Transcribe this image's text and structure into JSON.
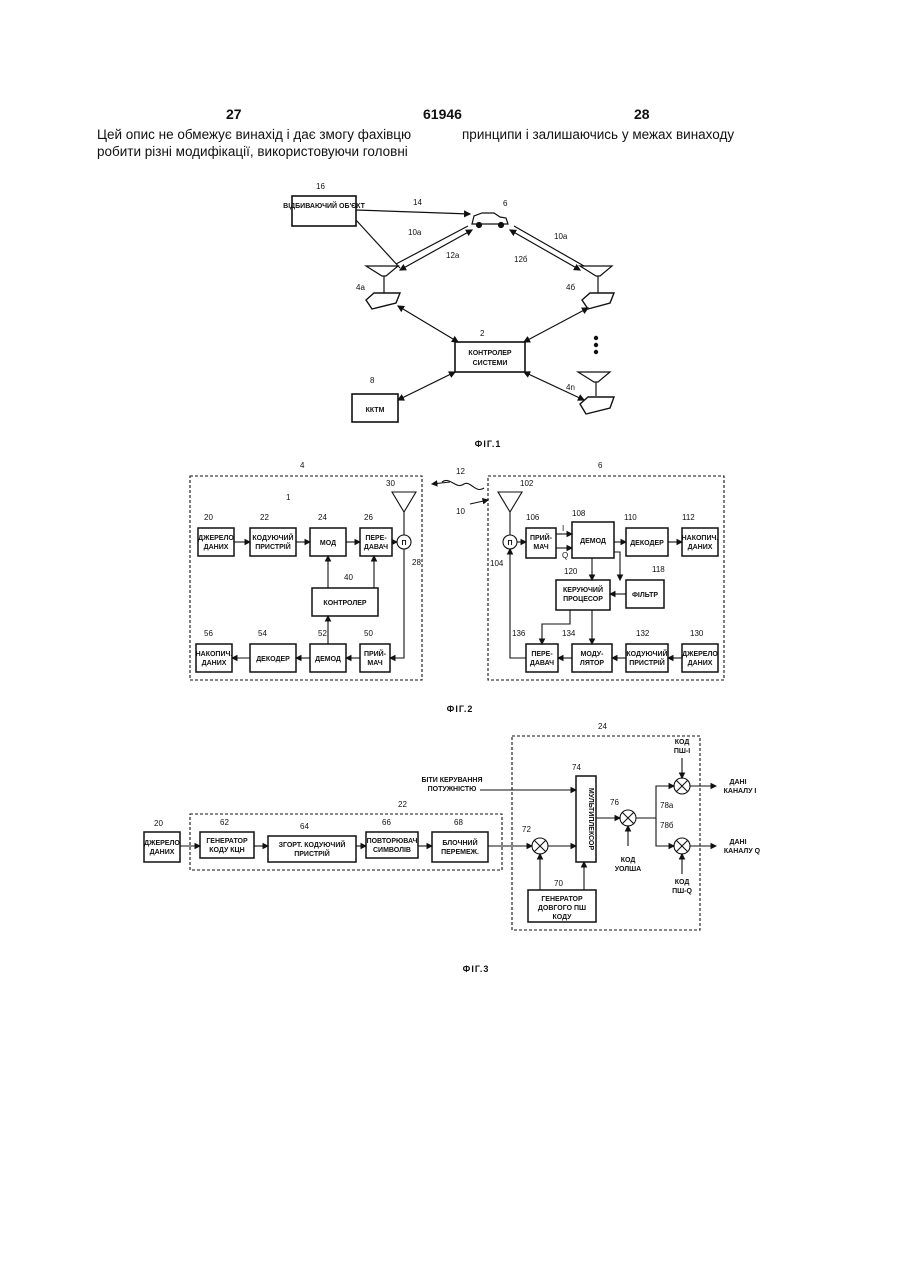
{
  "header": {
    "page_left": "27",
    "patent_no": "61946",
    "page_right": "28"
  },
  "body_text": {
    "col1_line1": "Цей опис не обмежує винахід і дає змогу фахівцю",
    "col1_line2": "робити різні модифікації, використовуючи головні",
    "col2_line1": "принципи і залишаючись у межах винаходу"
  },
  "fig1": {
    "caption": "ФІГ.1",
    "blocks": {
      "reflector": "ВІДБИВАЮЧИЙ ОБ'ЄКТ",
      "controller_l1": "КОНТРОЛЕР",
      "controller_l2": "СИСТЕМИ",
      "kktm": "ККТМ"
    },
    "refs": {
      "r16": "16",
      "r14": "14",
      "r6": "6",
      "r10a_l": "10a",
      "r12a": "12a",
      "r12b": "12б",
      "r10a_r": "10a",
      "r4a": "4a",
      "r4b": "4б",
      "r2": "2",
      "r8": "8",
      "r4n": "4n"
    }
  },
  "fig2": {
    "caption": "ФІГ.2",
    "blocks": {
      "src_l1": "ДЖЕРЕЛО",
      "src_l2": "ДАНИХ",
      "coder_l1": "КОДУЮЧИЙ",
      "coder_l2": "ПРИСТРІЙ",
      "mod": "МОД",
      "tx_l1": "ПЕРЕ-",
      "tx_l2": "ДАВАЧ",
      "duplex": "П",
      "controller": "КОНТРОЛЕР",
      "store_l1": "НАКОПИЧ.",
      "store_l2": "ДАНИХ",
      "decoder": "ДЕКОДЕР",
      "demod": "ДЕМОД",
      "rx_l1": "ПРИЙ-",
      "rx_l2": "МАЧ",
      "r_duplex": "П",
      "r_rx_l1": "ПРИЙ-",
      "r_rx_l2": "МАЧ",
      "r_demod": "ДЕМОД",
      "r_decoder": "ДЕКОДЕР",
      "r_store_l1": "НАКОПИЧ.",
      "r_store_l2": "ДАНИХ",
      "filter": "ФІЛЬТР",
      "proc_l1": "КЕРУЮЧИЙ",
      "proc_l2": "ПРОЦЕСОР",
      "r_tx_l1": "ПЕРЕ-",
      "r_tx_l2": "ДАВАЧ",
      "modulator_l1": "МОДУ-",
      "modulator_l2": "ЛЯТОР",
      "r_coder_l1": "КОДУЮЧИЙ",
      "r_coder_l2": "ПРИСТРІЙ",
      "r_src_l1": "ДЖЕРЕЛО",
      "r_src_l2": "ДАНИХ"
    },
    "refs": {
      "r4": "4",
      "r6": "6",
      "r12": "12",
      "r10": "10",
      "r1": "1",
      "r30": "30",
      "r102": "102",
      "r20": "20",
      "r22": "22",
      "r24": "24",
      "r26": "26",
      "r28": "28",
      "r40": "40",
      "r56": "56",
      "r54": "54",
      "r52": "52",
      "r50": "50",
      "r106": "106",
      "r108": "108",
      "r110": "110",
      "r112": "112",
      "r104": "104",
      "rI": "I",
      "rQ": "Q",
      "r118": "118",
      "r120": "120",
      "r136": "136",
      "r134": "134",
      "r132": "132",
      "r130": "130"
    }
  },
  "fig3": {
    "caption": "ФІГ.3",
    "blocks": {
      "src_l1": "ДЖЕРЕЛО",
      "src_l2": "ДАНИХ",
      "crc_l1": "ГЕНЕРАТОР",
      "crc_l2": "КОДУ КЦН",
      "conv_l1": "ЗГОРТ. КОДУЮЧИЙ",
      "conv_l2": "ПРИСТРІЙ",
      "rep_l1": "ПОВТОРЮВАЧ",
      "rep_l2": "СИМВОЛІВ",
      "interleaver_l1": "БЛОЧНИЙ",
      "interleaver_l2": "ПЕРЕМЕЖ.",
      "mux": "МУЛЬТИПЛЕКСОР",
      "longpn_l1": "ГЕНЕРАТОР",
      "longpn_l2": "ДОВГОГО ПШ",
      "longpn_l3": "КОДУ"
    },
    "labels": {
      "power_bits_l1": "БІТИ КЕРУВАННЯ",
      "power_bits_l2": "ПОТУЖНІСТЮ",
      "walsh_l1": "КОД",
      "walsh_l2": "УОЛША",
      "pni_l1": "КОД",
      "pni_l2": "ПШ-І",
      "pnq_l1": "КОД",
      "pnq_l2": "ПШ-Q",
      "outi_l1": "ДАНІ",
      "outi_l2": "КАНАЛУ І",
      "outq_l1": "ДАНІ",
      "outq_l2": "КАНАЛУ Q"
    },
    "refs": {
      "r24": "24",
      "r22": "22",
      "r20": "20",
      "r62": "62",
      "r64": "64",
      "r66": "66",
      "r68": "68",
      "r72": "72",
      "r74": "74",
      "r76": "76",
      "r70": "70",
      "r78a": "78a",
      "r78b": "78б"
    }
  }
}
